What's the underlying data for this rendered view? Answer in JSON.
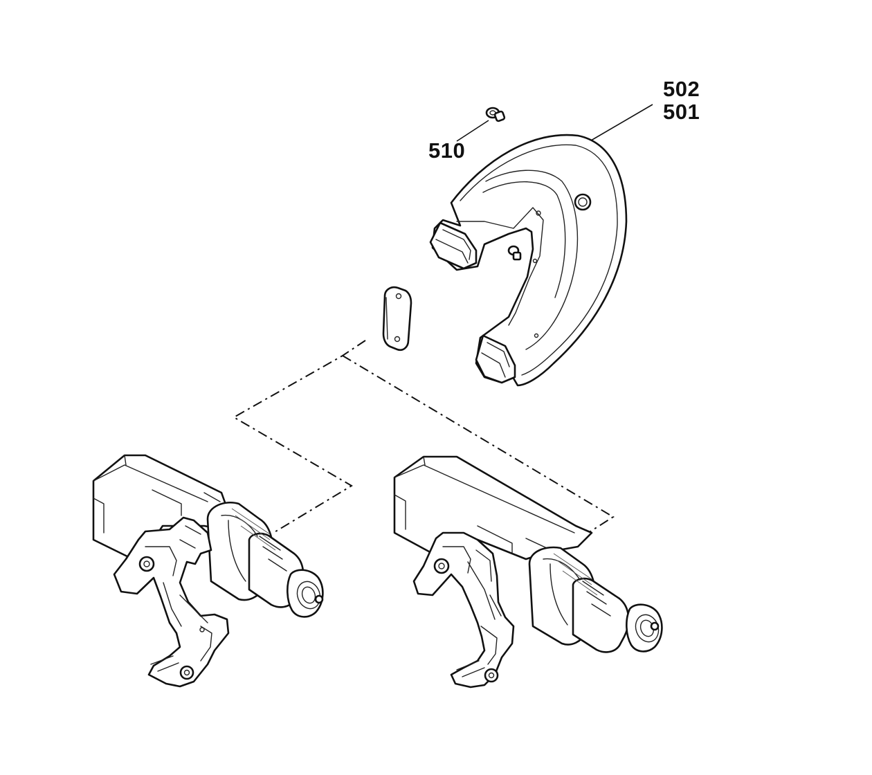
{
  "callouts": {
    "c502": "502",
    "c501": "501",
    "c510": "510"
  },
  "colors": {
    "line": "#111111",
    "background": "#ffffff"
  }
}
